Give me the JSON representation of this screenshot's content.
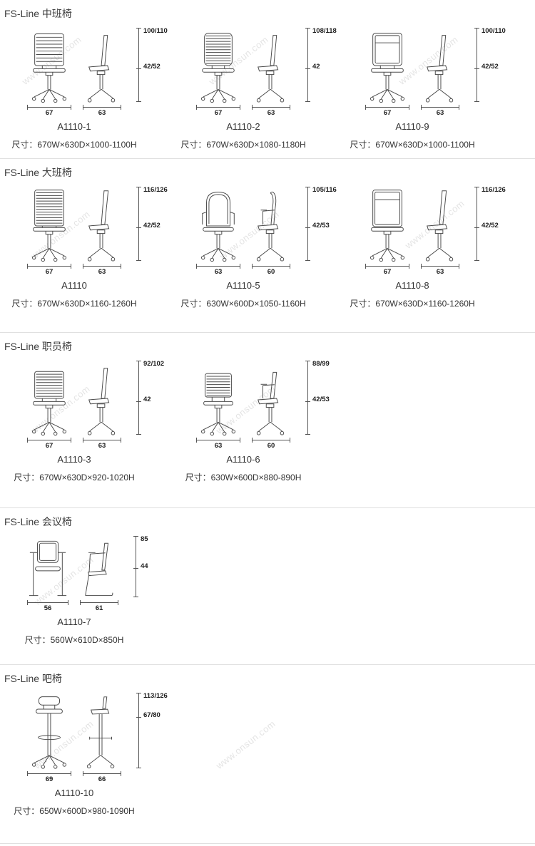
{
  "watermark": "www.onsun.com",
  "sections": [
    {
      "title": "FS-Line 中班椅",
      "products": [
        {
          "model": "A1110-1",
          "size": "尺寸：670W×630D×1000-1100H",
          "width": "67",
          "depth": "63",
          "height_total": "100/110",
          "height_seat": "42/52",
          "front_icon": "midback-slat-chair-front",
          "side_icon": "task-chair-side"
        },
        {
          "model": "A1110-2",
          "size": "尺寸：670W×630D×1080-1180H",
          "width": "67",
          "depth": "63",
          "height_total": "108/118",
          "height_seat": "42",
          "front_icon": "midback-mesh-chair-front",
          "side_icon": "task-chair-side"
        },
        {
          "model": "A1110-9",
          "size": "尺寸：670W×630D×1000-1100H",
          "width": "67",
          "depth": "63",
          "height_total": "100/110",
          "height_seat": "42/52",
          "front_icon": "midback-plain-chair-front",
          "side_icon": "task-chair-side"
        }
      ]
    },
    {
      "title": "FS-Line 大班椅",
      "products": [
        {
          "model": "A1110",
          "size": "尺寸：670W×630D×1160-1260H",
          "width": "67",
          "depth": "63",
          "height_total": "116/126",
          "height_seat": "42/52",
          "front_icon": "highback-slat-chair-front",
          "side_icon": "highback-chair-side"
        },
        {
          "model": "A1110-5",
          "size": "尺寸：630W×600D×1050-1160H",
          "width": "63",
          "depth": "60",
          "height_total": "105/116",
          "height_seat": "42/53",
          "front_icon": "highback-round-armchair-front",
          "side_icon": "highback-armchair-side"
        },
        {
          "model": "A1110-8",
          "size": "尺寸：670W×630D×1160-1260H",
          "width": "67",
          "depth": "63",
          "height_total": "116/126",
          "height_seat": "42/52",
          "front_icon": "highback-plain-chair-front",
          "side_icon": "highback-chair-side"
        }
      ]
    },
    {
      "title": "FS-Line 职员椅",
      "products": [
        {
          "model": "A1110-3",
          "size": "尺寸：670W×630D×920-1020H",
          "width": "67",
          "depth": "63",
          "height_total": "92/102",
          "height_seat": "42",
          "front_icon": "lowback-slat-chair-front",
          "side_icon": "task-chair-side"
        },
        {
          "model": "A1110-6",
          "size": "尺寸：630W×600D×880-890H",
          "width": "63",
          "depth": "60",
          "height_total": "88/99",
          "height_seat": "42/53",
          "front_icon": "lowback-slat-chair-front",
          "side_icon": "arm-task-chair-side"
        }
      ]
    },
    {
      "title": "FS-Line 会议椅",
      "products": [
        {
          "model": "A1110-7",
          "size": "尺寸：560W×610D×850H",
          "width": "56",
          "depth": "61",
          "height_total": "85",
          "height_seat": "44",
          "front_icon": "cantilever-chair-front",
          "side_icon": "cantilever-chair-side"
        }
      ]
    },
    {
      "title": "FS-Line 吧椅",
      "products": [
        {
          "model": "A1110-10",
          "size": "尺寸：650W×600D×980-1090H",
          "width": "69",
          "depth": "66",
          "height_total": "113/126",
          "height_seat": "67/80",
          "front_icon": "bar-stool-front",
          "side_icon": "bar-stool-side"
        }
      ]
    }
  ]
}
